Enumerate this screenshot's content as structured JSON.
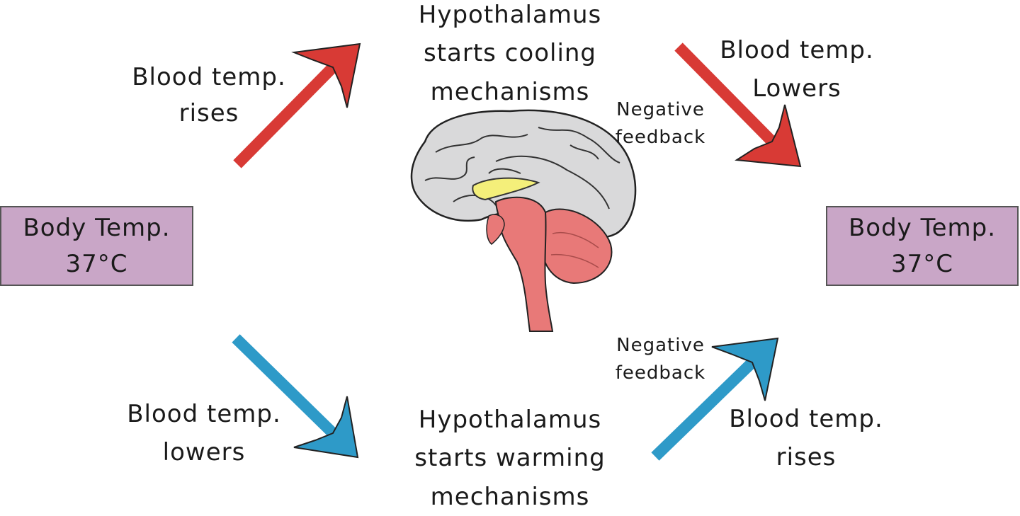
{
  "left_box": {
    "line1": "Body Temp.",
    "line2": "37°C"
  },
  "right_box": {
    "line1": "Body Temp.",
    "line2": "37°C"
  },
  "top_left_label": {
    "line1": "Blood temp.",
    "line2": "rises"
  },
  "top_center_label": {
    "line1": "Hypothalamus",
    "line2": "starts cooling",
    "line3": "mechanisms"
  },
  "top_right_label": {
    "line1": "Blood temp.",
    "line2": "Lowers"
  },
  "top_feedback": {
    "line1": "Negative",
    "line2": "feedback"
  },
  "bottom_left_label": {
    "line1": "Blood temp.",
    "line2": "lowers"
  },
  "bottom_center_label": {
    "line1": "Hypothalamus",
    "line2": "starts warming",
    "line3": "mechanisms"
  },
  "bottom_right_label": {
    "line1": "Blood temp.",
    "line2": "rises"
  },
  "bottom_feedback": {
    "line1": "Negative",
    "line2": "feedback"
  },
  "colors": {
    "warming_arrow": "#d83a35",
    "cooling_arrow": "#2e9ac8",
    "box_fill": "#c9a6c7",
    "brain": "#d9d9da",
    "brainstem": "#e87978",
    "hypothalamus": "#f4ef7a"
  }
}
